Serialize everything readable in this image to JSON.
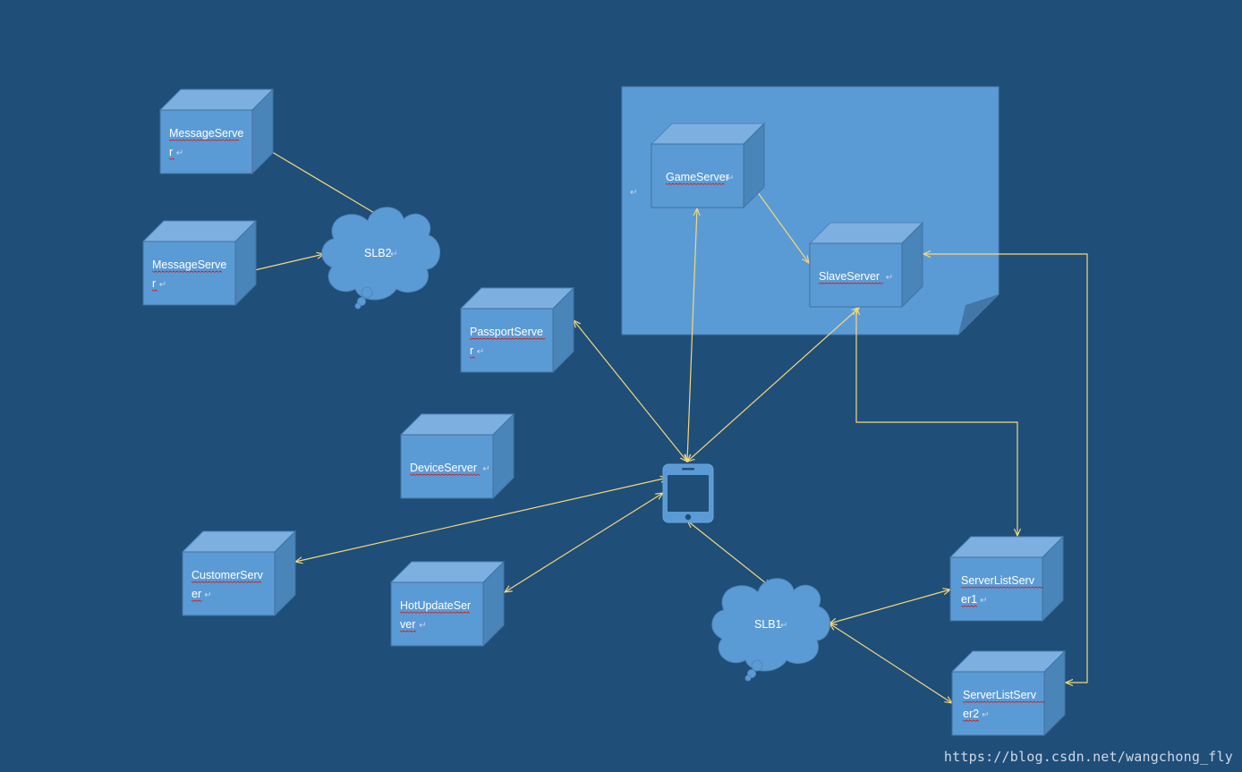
{
  "nodes": {
    "message_server_1": [
      "MessageServe",
      "r"
    ],
    "message_server_2": [
      "MessageServe",
      "r"
    ],
    "passport_server": [
      "PassportServe",
      "r"
    ],
    "device_server": [
      "DeviceServer"
    ],
    "customer_server": [
      "CustomerServ",
      "er"
    ],
    "hot_update_server": [
      "HotUpdateSer",
      "ver"
    ],
    "game_server": [
      "GameServer"
    ],
    "slave_server": [
      "SlaveServer"
    ],
    "server_list_server_1": [
      "ServerListServ",
      "er1"
    ],
    "server_list_server_2": [
      "ServerListServ",
      "er2"
    ]
  },
  "clouds": {
    "slb1": "SLB1",
    "slb2": "SLB2"
  },
  "client_device": "mobile-phone-icon",
  "connections": [
    [
      "message_server_1",
      "slb2"
    ],
    [
      "message_server_2",
      "slb2"
    ],
    [
      "passport_server",
      "phone"
    ],
    [
      "game_server",
      "phone"
    ],
    [
      "slave_server",
      "phone"
    ],
    [
      "slave_server",
      "game_server"
    ],
    [
      "customer_server",
      "phone"
    ],
    [
      "hot_update_server",
      "phone"
    ],
    [
      "phone",
      "slb1"
    ],
    [
      "slb1",
      "server_list_server_1"
    ],
    [
      "slb1",
      "server_list_server_2"
    ],
    [
      "slave_server",
      "server_list_server_1"
    ],
    [
      "slave_server",
      "server_list_server_2"
    ]
  ],
  "colors": {
    "background": "#1f4e79",
    "node_front": "#5b9bd5",
    "node_top": "#7dafe0",
    "node_side": "#4a85ba",
    "container": "#5b9bd5",
    "connector": "#f5d77a"
  },
  "watermark": "https://blog.csdn.net/wangchong_fly"
}
